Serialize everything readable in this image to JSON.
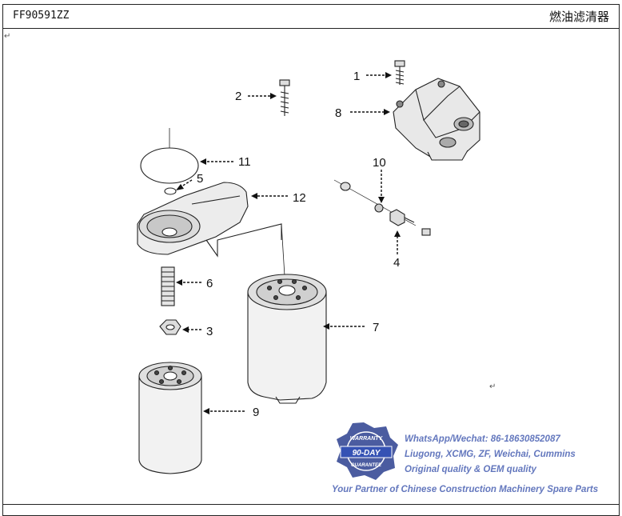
{
  "header": {
    "part_code": "FF90591ZZ",
    "part_name_cn": "燃油滤清器"
  },
  "paragraph_mark": "↵",
  "callouts": [
    "1",
    "2",
    "3",
    "4",
    "5",
    "6",
    "7",
    "8",
    "9",
    "10",
    "11",
    "12"
  ],
  "watermark": {
    "badge_top": "WARRANTY",
    "badge_mid": "90-DAY",
    "badge_bottom": "GUARANTEE",
    "contact": "WhatsApp/Wechat: 86-18630852087",
    "brands": "Liugong, XCMG, ZF, Weichai, Cummins",
    "quality": "Original quality & OEM quality",
    "tagline": "Your Partner of Chinese Construction Machinery Spare Parts",
    "badge_color": "#2b3f8f",
    "text_color": "#2f4aa8"
  }
}
